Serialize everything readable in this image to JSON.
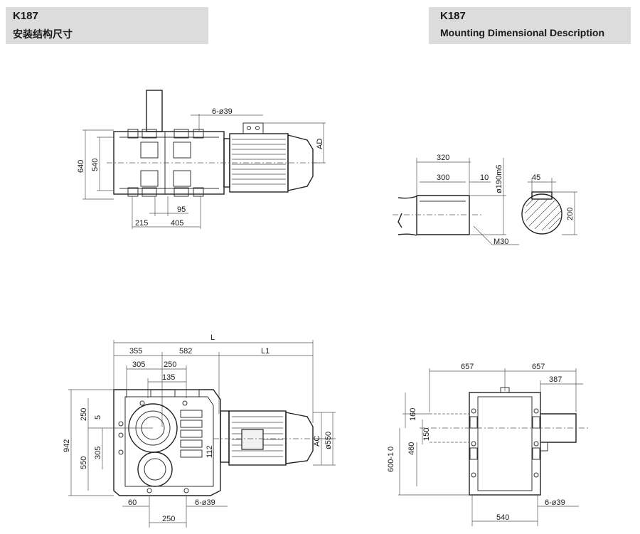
{
  "header_left": {
    "code": "K187",
    "desc": "安装结构尺寸"
  },
  "header_right": {
    "code": "K187",
    "desc": "Mounting Dimensional Description"
  },
  "top_view": {
    "holes": "6-ø39",
    "height_outer": "640",
    "height_inner": "540",
    "dim_95": "95",
    "dim_215": "215",
    "dim_405": "405",
    "motor_ad": "AD"
  },
  "shaft_detail": {
    "len_320": "320",
    "len_300": "300",
    "len_10": "10",
    "diameter": "ø190m6",
    "thread": "M30",
    "key_width": "45",
    "key_height": "200"
  },
  "front_view": {
    "total_l": "L",
    "dim_355": "355",
    "dim_582": "582",
    "dim_l1": "L1",
    "dim_305": "305",
    "dim_250_top": "250",
    "dim_135": "135",
    "dim_942": "942",
    "dim_250_left": "250",
    "dim_5": "5",
    "dim_305_left": "305",
    "dim_550": "550",
    "dim_112": "112",
    "dim_ac": "AC",
    "dim_550_dia": "ø550",
    "dim_60": "60",
    "holes": "6-ø39",
    "dim_250_bottom": "250"
  },
  "side_view": {
    "dim_657_left": "657",
    "dim_657_right": "657",
    "dim_387": "387",
    "dim_160": "160",
    "dim_150": "150",
    "dim_600": "600-1",
    "dim_600_zero": "0",
    "dim_460": "460",
    "dim_540": "540",
    "holes": "6-ø39"
  }
}
